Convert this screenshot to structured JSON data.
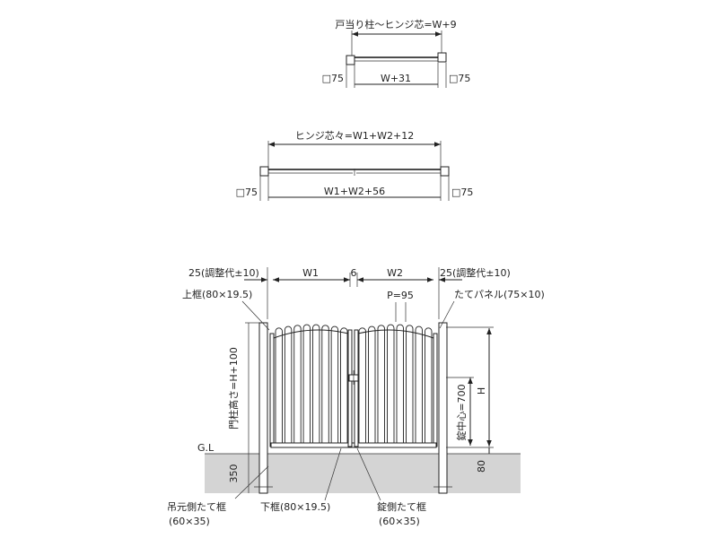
{
  "single_gate_plan": {
    "top_dim": "戸当り柱～ヒンジ芯=W+9",
    "width_dim": "W+31",
    "post_left": "□75",
    "post_right": "□75"
  },
  "double_gate_plan": {
    "top_dim": "ヒンジ芯々=W1+W2+12",
    "width_dim": "W1+W2+56",
    "post_left": "□75",
    "post_right": "□75"
  },
  "elevation": {
    "adjust_left": "25(調整代±10)",
    "adjust_right": "25(調整代±10)",
    "w1": "W1",
    "gap": "6",
    "w2": "W2",
    "top_frame": "上框(80×19.5)",
    "pitch": "P=95",
    "panel": "たてパネル(75×10)",
    "post_height": "門柱高さ=H+100",
    "lock_center": "錠中心=700",
    "height": "H",
    "ground": "G.L",
    "embed": "350",
    "clearance": "80",
    "hinge_frame": "吊元側たて框",
    "hinge_frame_size": "(60×35)",
    "bottom_frame": "下框(80×19.5)",
    "lock_frame": "錠側たて框",
    "lock_frame_size": "(60×35)"
  }
}
